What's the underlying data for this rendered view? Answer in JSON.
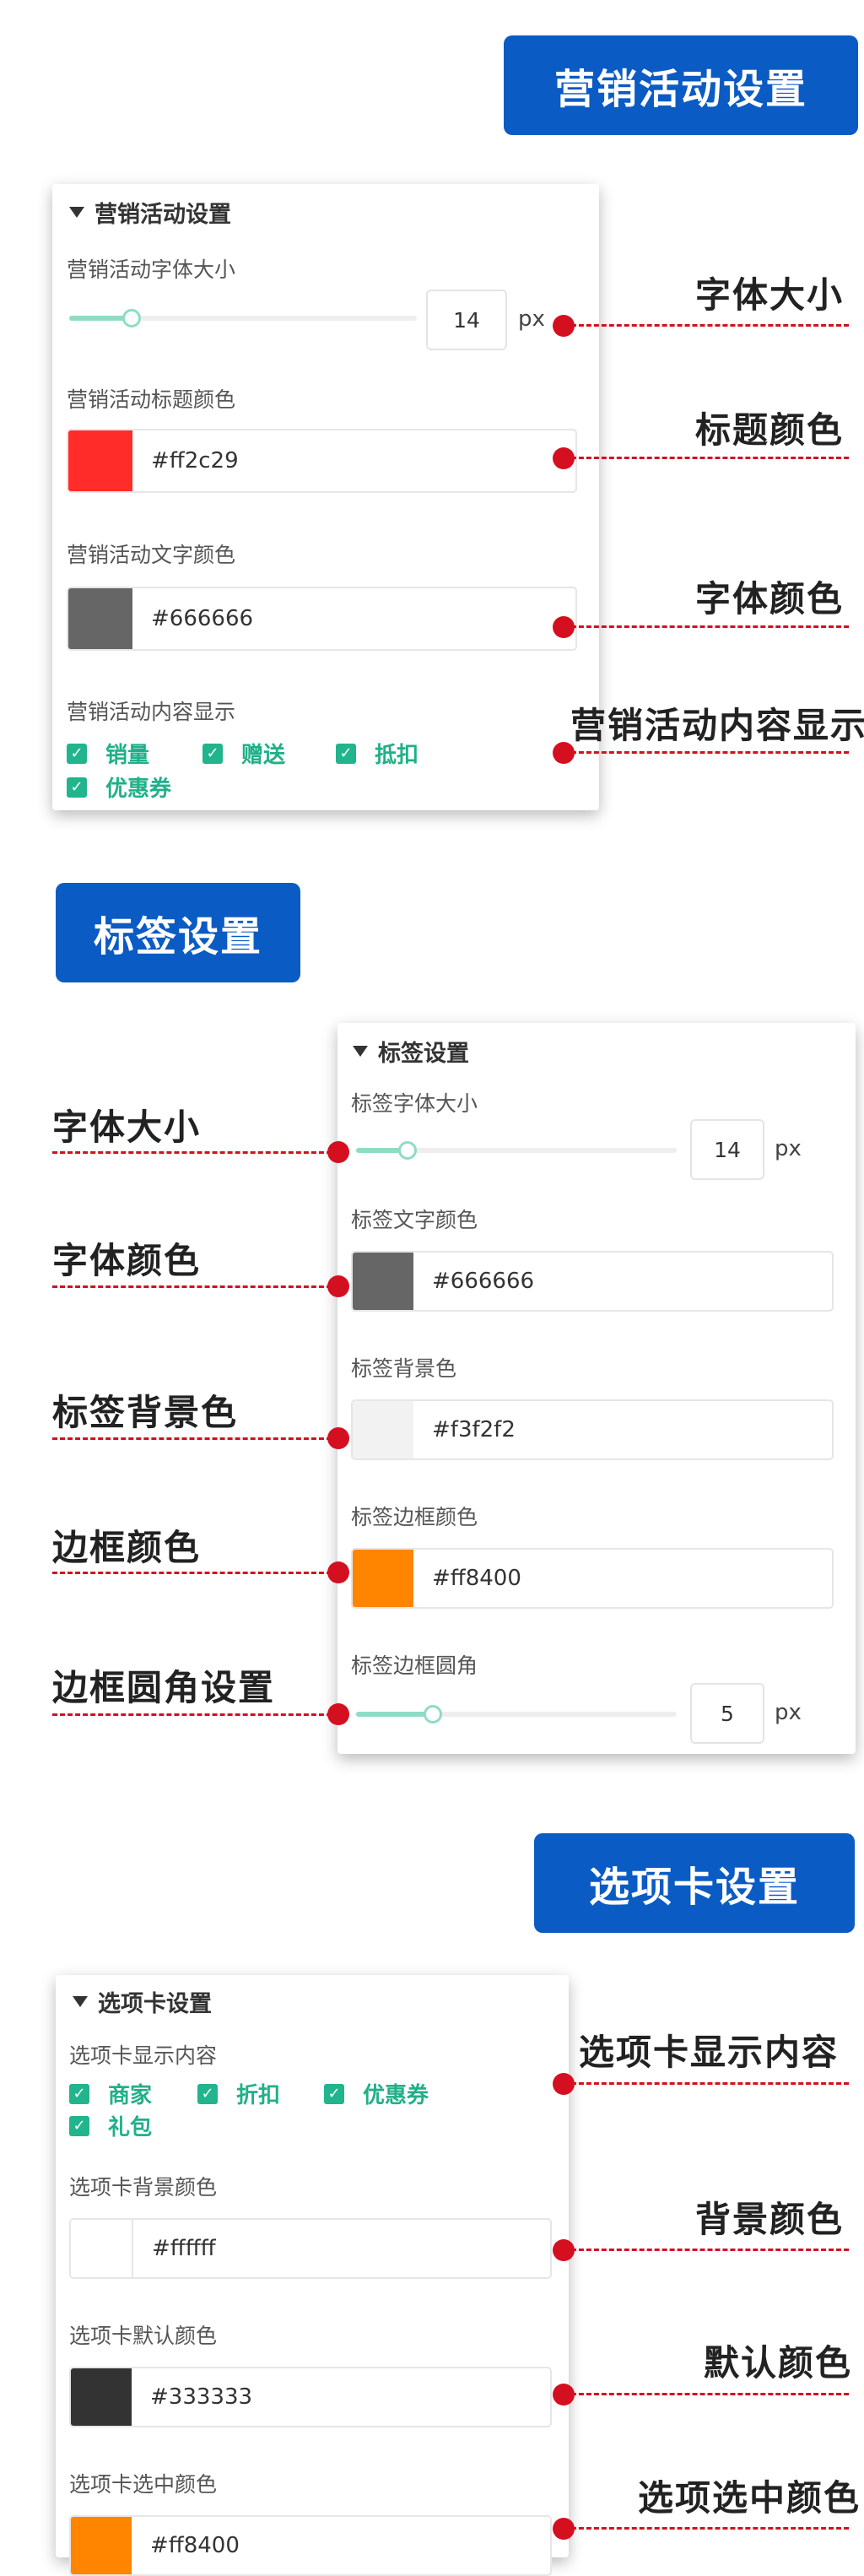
{
  "section1": {
    "banner": "营销活动设置",
    "panel_title": "营销活动设置",
    "font_size_label": "营销活动字体大小",
    "font_size_value": "14",
    "font_size_unit": "px",
    "font_size_level": 0.18,
    "title_color_label": "营销活动标题颜色",
    "title_color_value": "#ff2c29",
    "text_color_label": "营销活动文字颜色",
    "text_color_value": "#666666",
    "content_label": "营销活动内容显示",
    "checks": [
      "销量",
      "赠送",
      "抵扣",
      "优惠券"
    ],
    "callouts": {
      "font_size": "字体大小",
      "title_color": "标题颜色",
      "font_color": "字体颜色",
      "content": "营销活动内容显示"
    }
  },
  "section2": {
    "banner": "标签设置",
    "panel_title": "标签设置",
    "font_size_label": "标签字体大小",
    "font_size_value": "14",
    "font_size_unit": "px",
    "font_size_level": 0.16,
    "text_color_label": "标签文字颜色",
    "text_color_value": "#666666",
    "bg_color_label": "标签背景色",
    "bg_color_value": "#f3f2f2",
    "border_color_label": "标签边框颜色",
    "border_color_value": "#ff8400",
    "radius_label": "标签边框圆角",
    "radius_value": "5",
    "radius_unit": "px",
    "radius_level": 0.24,
    "callouts": {
      "font_size": "字体大小",
      "font_color": "字体颜色",
      "bg_color": "标签背景色",
      "border_color": "边框颜色",
      "radius": "边框圆角设置"
    }
  },
  "section3": {
    "banner": "选项卡设置",
    "panel_title": "选项卡设置",
    "content_label": "选项卡显示内容",
    "checks": [
      "商家",
      "折扣",
      "优惠券",
      "礼包"
    ],
    "bg_color_label": "选项卡背景颜色",
    "bg_color_value": "#ffffff",
    "default_color_label": "选项卡默认颜色",
    "default_color_value": "#333333",
    "selected_color_label": "选项卡选中颜色",
    "selected_color_value": "#ff8400",
    "callouts": {
      "content": "选项卡显示内容",
      "bg_color": "背景颜色",
      "default_color": "默认颜色",
      "selected_color": "选项选中颜色"
    }
  },
  "colors": {
    "banner": "#0b5bc4",
    "accent_green": "#22b48c",
    "slider": "#8fdcc6",
    "callout_red": "#d41020"
  },
  "icons": {
    "collapse": "caret-down-icon",
    "check": "checkmark-icon"
  }
}
